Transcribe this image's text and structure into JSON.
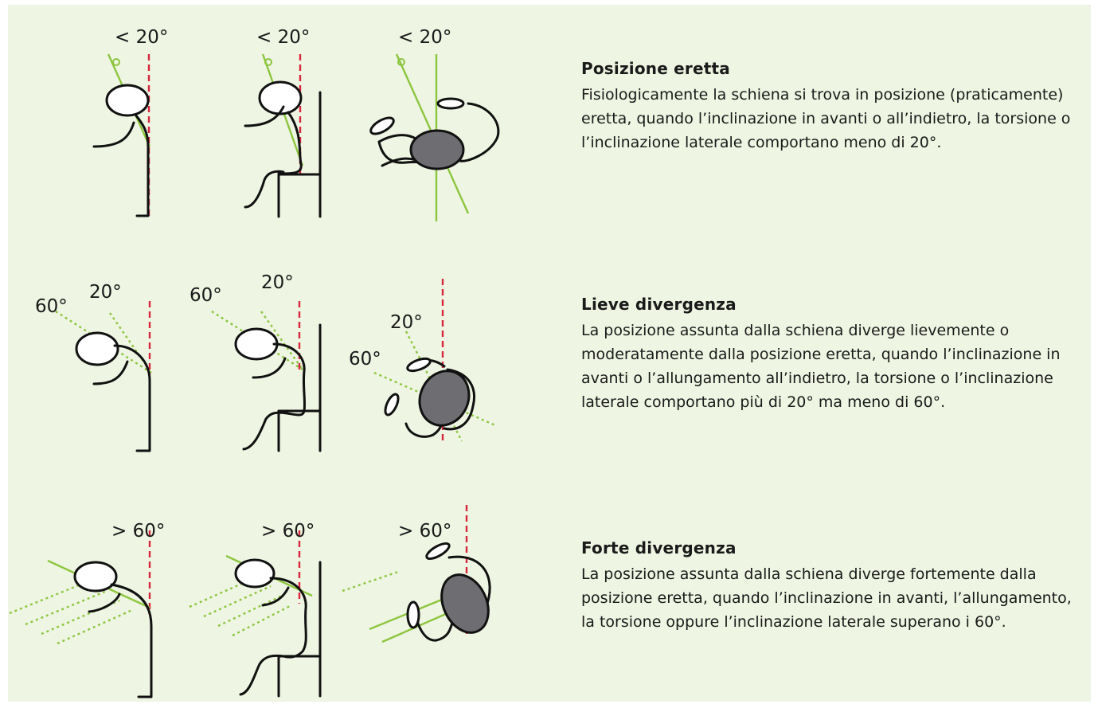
{
  "sections": [
    {
      "title": "Posizione eretta",
      "text": "Fisiologicamente la schiena si trova in posizione (praticamente) eretta, quando l’inclinazione in avanti o all’indietro, la torsione o l’inclinazione laterale comportano meno di 20°."
    },
    {
      "title": "Lieve divergenza",
      "text": "La posizione assunta dalla schiena diverge lievemente o moderatamente dalla posizione eretta, quando l’inclinazione in avanti o l’allungamento all’indietro, la torsione o l’inclinazione laterale comportano più di 20° ma meno di 60°."
    },
    {
      "title": "Forte divergenza",
      "text": "La posizione assunta dalla schiena diverge fortemente dalla posizione eretta, quando l’inclinazione in avanti, l’allungamento, la torsione oppure l’inclinazione laterale superano i 60°."
    }
  ],
  "angles": {
    "row1": [
      "< 20°",
      "< 20°",
      "< 20°"
    ],
    "row2": {
      "standing": [
        "60°",
        "20°"
      ],
      "sitting": [
        "60°",
        "20°"
      ],
      "top": [
        "20°",
        "60°"
      ]
    },
    "row3": [
      "> 60°",
      "> 60°",
      "> 60°"
    ]
  },
  "colors": {
    "background": "#eef5e2",
    "reference_line": "#d7263d",
    "angle_line": "#8cc63f",
    "figure": "#111111",
    "body_top_view": "#6e6e72"
  }
}
